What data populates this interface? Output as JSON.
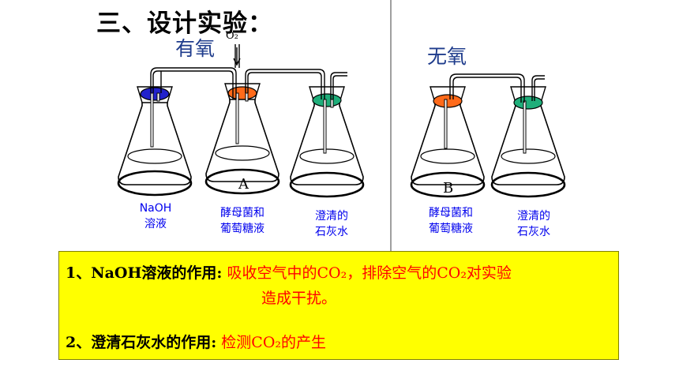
{
  "title": "三、设计实验：",
  "conditions": {
    "aerobic": "有氧",
    "anaerobic": "无氧"
  },
  "gas_label": "O₂",
  "flasks": {
    "naoh": "NaOH\n溶液",
    "yeast_a_letter": "A",
    "yeast_a": "酵母菌和\n葡萄糖液",
    "lime_a": "澄清的\n石灰水",
    "yeast_b_letter": "B",
    "yeast_b": "酵母菌和\n葡萄糖液",
    "lime_b": "澄清的\n石灰水"
  },
  "stopper_colors": {
    "naoh": "#2222cc",
    "yeast": "#ff6a1a",
    "lime": "#1fae7a"
  },
  "explanation": {
    "item1_lead": "1、NaOH溶液的作用:",
    "item1_answer": "吸收空气中的CO₂，排除空气的CO₂对实验",
    "item1_answer_cont": "造成干扰。",
    "item2_lead": "2、澄清石灰水的作用:",
    "item2_answer": "检测CO₂的产生"
  }
}
